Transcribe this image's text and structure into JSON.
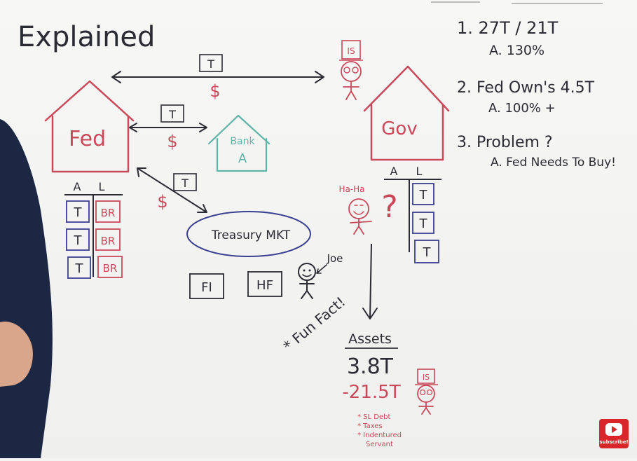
{
  "board": {
    "title": "Explained",
    "fed_label": "Fed",
    "gov_label": "Gov",
    "bank_label_top": "Bank",
    "bank_label_bottom": "A",
    "treasury_label": "Treasury MKT",
    "tbill_letter": "T",
    "dollar_sign": "$",
    "is_tag": "IS",
    "fed_ledger": {
      "asset_header": "A",
      "liability_header": "L",
      "asset_box": "T",
      "liability_box": "BR"
    },
    "gov_ledger": {
      "asset_header": "A",
      "liability_header": "L",
      "liability_box": "T"
    },
    "fi_label": "FI",
    "hf_label": "HF",
    "joe_label": "Joe",
    "haha_label": "Ha-Ha",
    "question_mark": "?",
    "fun_fact": "* Fun Fact!",
    "assets_heading": "Assets",
    "assets_value": "3.8T",
    "debt_value": "-21.5T",
    "notes": [
      "* SL Debt",
      "* Taxes",
      "* Indentured",
      "Servant"
    ],
    "points": [
      {
        "q": "1. 27T / 21T",
        "a": "A. 130%"
      },
      {
        "q": "2. Fed Own's 4.5T",
        "a": "A. 100% +"
      },
      {
        "q": "3. Problem ?",
        "a": "A. Fed Needs To Buy!"
      }
    ]
  },
  "subscribe_label": "subscribe!",
  "colors": {
    "black_ink": "#2b2b33",
    "red_ink": "#c9485a",
    "blue_ink": "#3b3f8f",
    "teal_ink": "#5fb3a6",
    "suit": "#1c2744",
    "skin": "#d9a68c",
    "youtube_red": "#d8262b"
  },
  "icons": {
    "subscribe": "youtube-play-icon"
  }
}
